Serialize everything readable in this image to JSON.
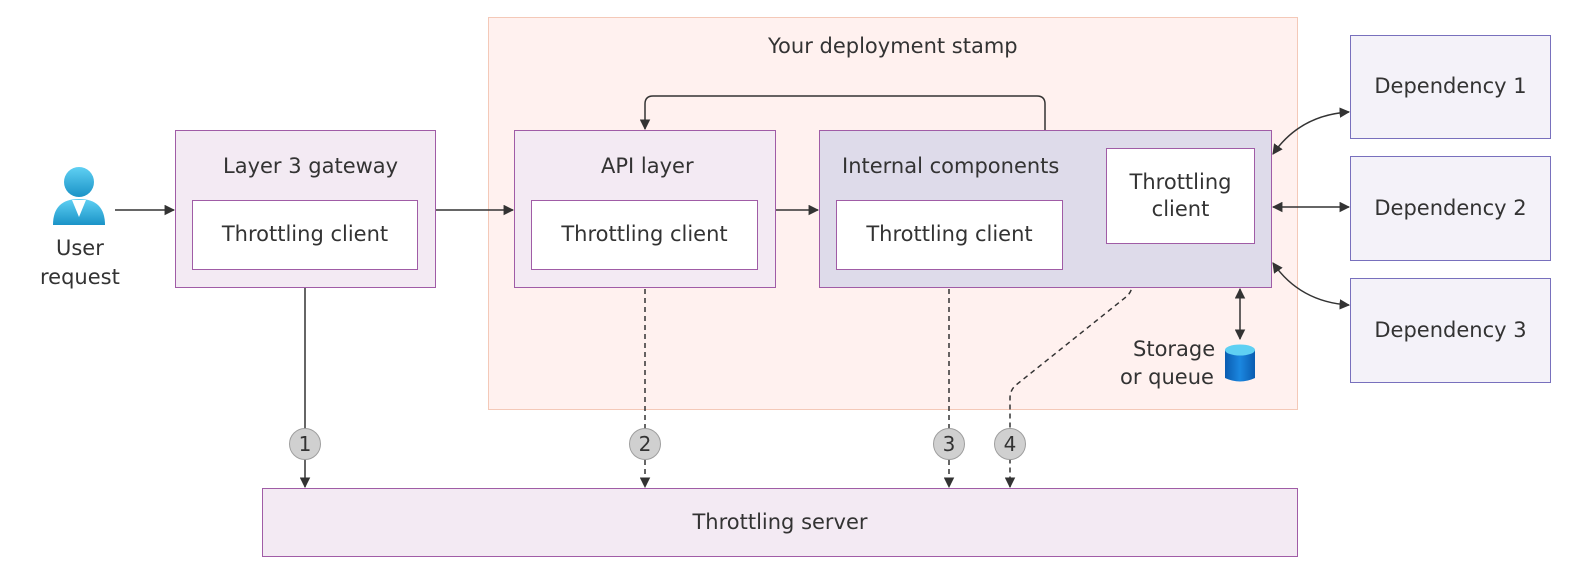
{
  "deployment_stamp": {
    "title": "Your deployment stamp"
  },
  "user": {
    "label_line1": "User",
    "label_line2": "request",
    "icon": "user-icon"
  },
  "gateway": {
    "title": "Layer 3 gateway",
    "client": "Throttling client"
  },
  "api_layer": {
    "title": "API layer",
    "client": "Throttling client"
  },
  "internal": {
    "title": "Internal components",
    "client": "Throttling client",
    "client2_line1": "Throttling",
    "client2_line2": "client"
  },
  "storage": {
    "label_line1": "Storage",
    "label_line2": "or queue",
    "icon": "database-icon"
  },
  "dependencies": [
    "Dependency 1",
    "Dependency 2",
    "Dependency 3"
  ],
  "server": {
    "label": "Throttling server"
  },
  "badges": [
    "1",
    "2",
    "3",
    "4"
  ],
  "colors": {
    "component_border": "#a05ca6",
    "dependency_border": "#7870bd",
    "stamp_fill": "#fff1ef",
    "arrow": "#333333"
  }
}
